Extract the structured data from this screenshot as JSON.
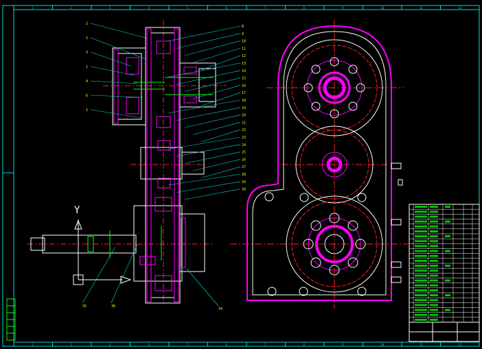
{
  "sheet": {
    "frame_color": "#00e0e0",
    "background": "#000000",
    "column_zones_top": [
      "1",
      "2",
      "3",
      "4",
      "5",
      "6",
      "7",
      "8",
      "9",
      "10",
      "11",
      "12"
    ],
    "column_zones_bottom": [
      "1",
      "2",
      "3",
      "4",
      "5",
      "6",
      "7",
      "8",
      "9",
      "10",
      "11",
      "12"
    ]
  },
  "colors": {
    "outline": "#ffffff",
    "section_hatch": "#ff00ff",
    "center_line": "#ff2020",
    "leader": "#00e0e0",
    "dimension": "#00ff00",
    "callout_text": "#ffff00"
  },
  "left_view": {
    "coordinate_label": "Y",
    "callouts_left": [
      "2",
      "5",
      "3",
      "1",
      "4",
      "6",
      "1"
    ],
    "callouts_right": [
      "8",
      "9",
      "10",
      "11",
      "12",
      "13",
      "14",
      "15",
      "16",
      "17",
      "18",
      "19",
      "20",
      "21",
      "22",
      "23",
      "24",
      "25",
      "26",
      "27",
      "28",
      "29",
      "30"
    ],
    "callouts_bottom": [
      "35",
      "36",
      "34"
    ]
  },
  "title_block": {
    "rows": 24
  },
  "left_strip": {
    "cells": 6
  }
}
